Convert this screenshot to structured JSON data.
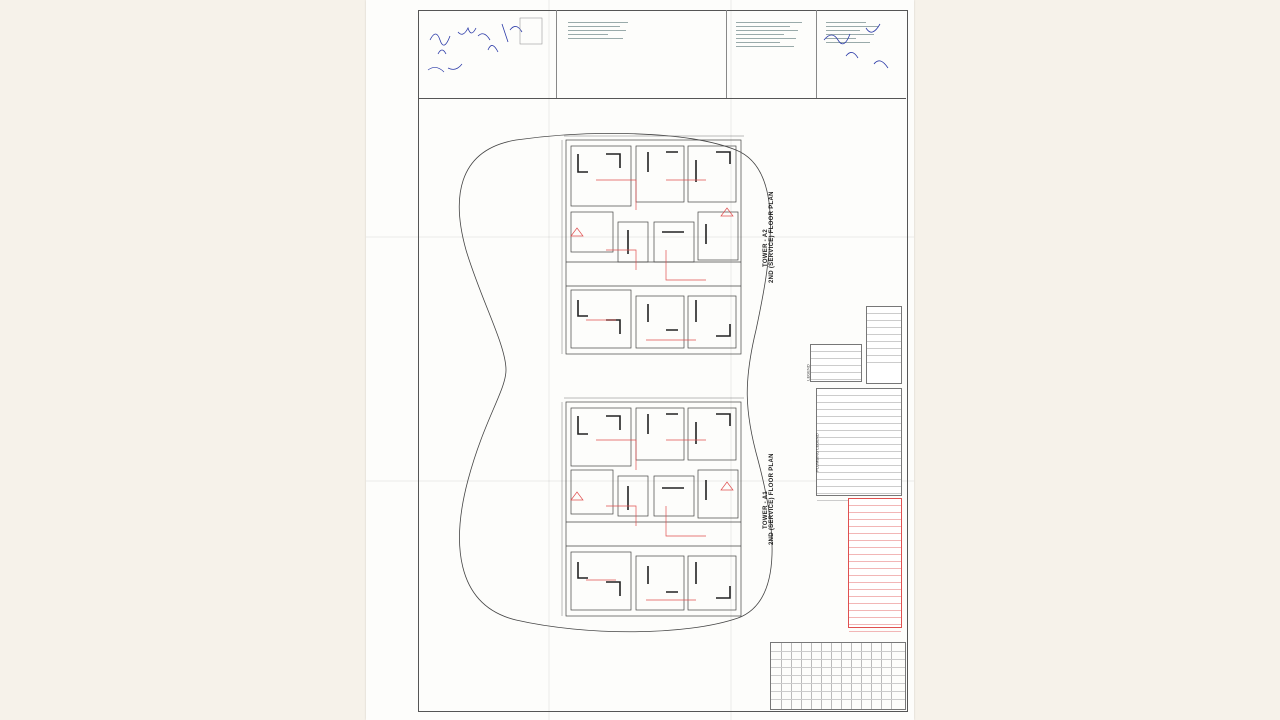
{
  "drawing": {
    "tower_a2": {
      "title": "TOWER - A2",
      "subtitle": "2ND (SERVICE) FLOOR PLAN"
    },
    "tower_a1": {
      "title": "TOWER - A1",
      "subtitle": "2ND (SERVICE) FLOOR PLAN"
    },
    "legend_label": "LEGEND",
    "plumbing_legend_label": "PLUMBING LEGEND"
  },
  "colors": {
    "paper": "#fdfdfb",
    "background": "#f6f2ea",
    "linework": "#555555",
    "redline": "#e05050",
    "signature_ink": "#2b3aa8"
  }
}
